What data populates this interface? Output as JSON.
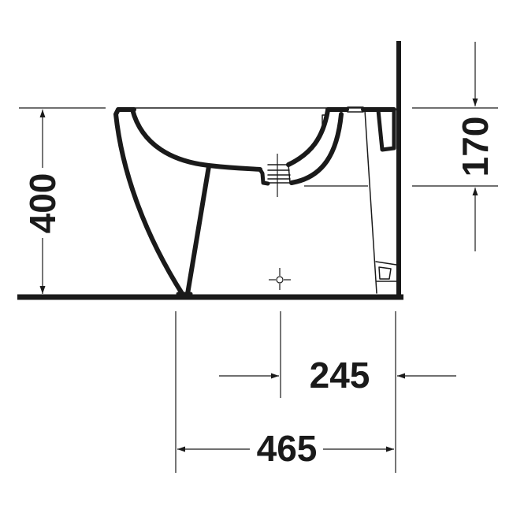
{
  "drawing": {
    "subject": "Floor-standing bidet, side elevation",
    "units": "mm",
    "colors": {
      "ink": "#1a1a1a",
      "background": "#ffffff"
    }
  },
  "dimensions": {
    "height": {
      "label": "400",
      "orientation": "vertical",
      "side": "left"
    },
    "rim_to_axis": {
      "label": "170",
      "orientation": "vertical",
      "side": "right"
    },
    "wall_to_center": {
      "label": "245",
      "orientation": "horizontal"
    },
    "depth": {
      "label": "465",
      "orientation": "horizontal"
    }
  }
}
